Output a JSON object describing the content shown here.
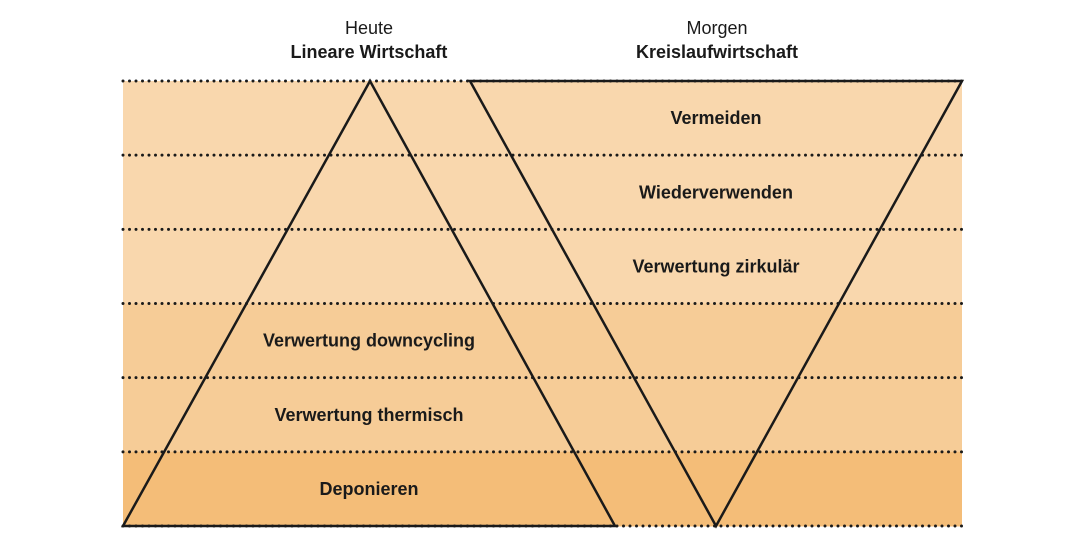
{
  "left_column": {
    "period": "Heute",
    "title": "Lineare Wirtschaft"
  },
  "right_column": {
    "period": "Morgen",
    "title": "Kreislaufwirtschaft"
  },
  "bands": [
    {
      "id": "vermeiden",
      "label": "Vermeiden",
      "side": "right",
      "color": "#f9d7ad"
    },
    {
      "id": "wiederverwenden",
      "label": "Wiederverwenden",
      "side": "right",
      "color": "#f9d7ad"
    },
    {
      "id": "verwertung-zirkulaer",
      "label": "Verwertung zirkulär",
      "side": "right",
      "color": "#f9d7ad"
    },
    {
      "id": "verwertung-downcycling",
      "label": "Verwertung downcycling",
      "side": "left",
      "color": "#f6cc97"
    },
    {
      "id": "verwertung-thermisch",
      "label": "Verwertung thermisch",
      "side": "left",
      "color": "#f6cc97"
    },
    {
      "id": "deponieren",
      "label": "Deponieren",
      "side": "left",
      "color": "#f4bd78"
    }
  ],
  "line_color": "#1a1a1a"
}
